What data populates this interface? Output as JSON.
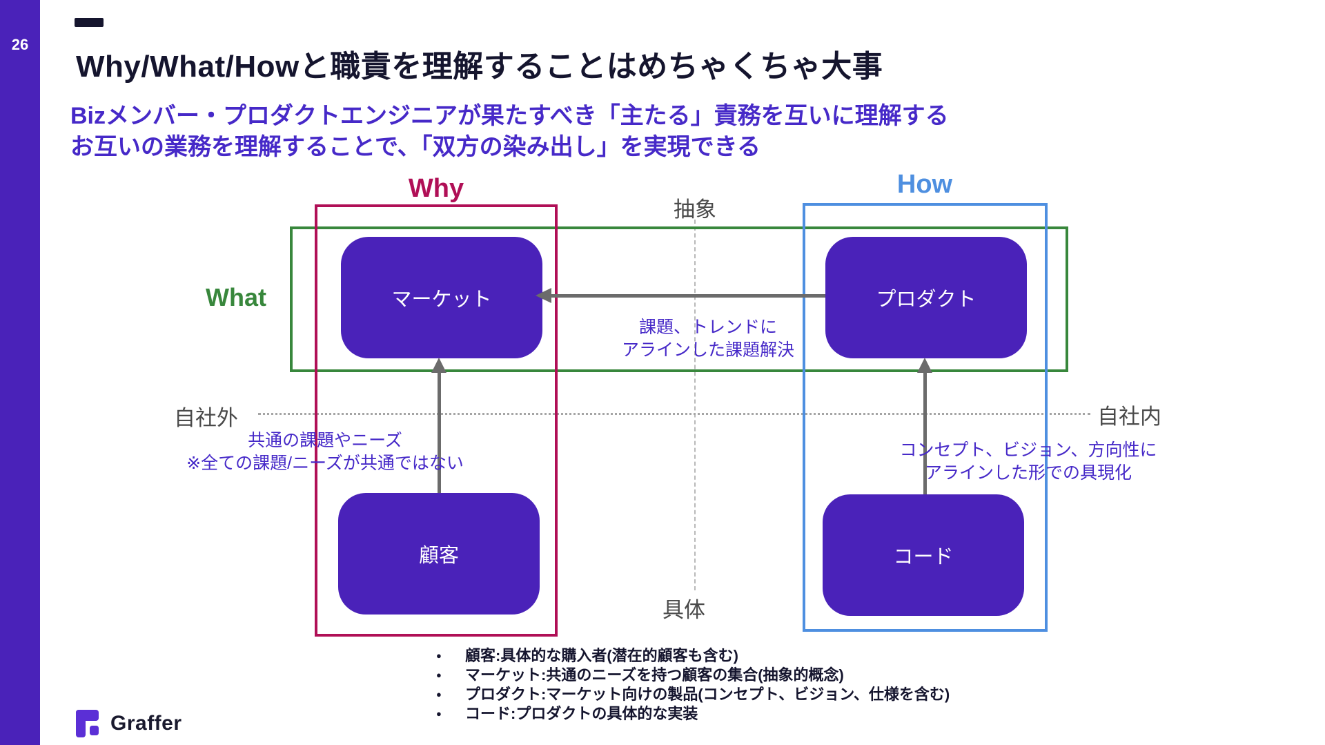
{
  "colors": {
    "brand_purple": "#4A22B9",
    "purple_text": "#4629C8",
    "why_red": "#B00F56",
    "what_green": "#38873C",
    "how_blue": "#4E8FE0",
    "arrow_gray": "#6B6B6B",
    "guide_gray": "#A5A5A5",
    "label_gray": "#4A4A4A",
    "title_dark": "#15152E",
    "logo_purple": "#5B2FD6"
  },
  "sidebar": {
    "page_number": "26"
  },
  "header": {
    "title": "Why/What/Howと職責を理解することはめちゃくちゃ大事",
    "subtitle_line1": "Bizメンバー・プロダクトエンジニアが果たすべき「主たる」責務を互いに理解する",
    "subtitle_line2": "お互いの業務を理解することで、「双方の染み出し」を実現できる"
  },
  "diagram": {
    "frame_labels": {
      "why": "Why",
      "what": "What",
      "how": "How"
    },
    "axis_labels": {
      "top": "抽象",
      "bottom": "具体",
      "left": "自社外",
      "right": "自社内"
    },
    "nodes": {
      "market": "マーケット",
      "product": "プロダクト",
      "customer": "顧客",
      "code": "コード"
    },
    "annotations": {
      "product_to_market": {
        "line1": "課題、トレンドに",
        "line2": "アラインした課題解決"
      },
      "customer_to_market": {
        "line1": "共通の課題やニーズ",
        "line2": "※全ての課題/ニーズが共通ではない"
      },
      "code_to_product": {
        "line1": "コンセプト、ビジョン、方向性に",
        "line2": "アラインした形での具現化"
      }
    }
  },
  "legend": {
    "items": [
      "顧客:具体的な購入者(潜在的顧客も含む)",
      "マーケット:共通のニーズを持つ顧客の集合(抽象的概念)",
      "プロダクト:マーケット向けの製品(コンセプト、ビジョン、仕様を含む)",
      "コード:プロダクトの具体的な実装"
    ]
  },
  "footer": {
    "logo_text": "Graffer"
  }
}
